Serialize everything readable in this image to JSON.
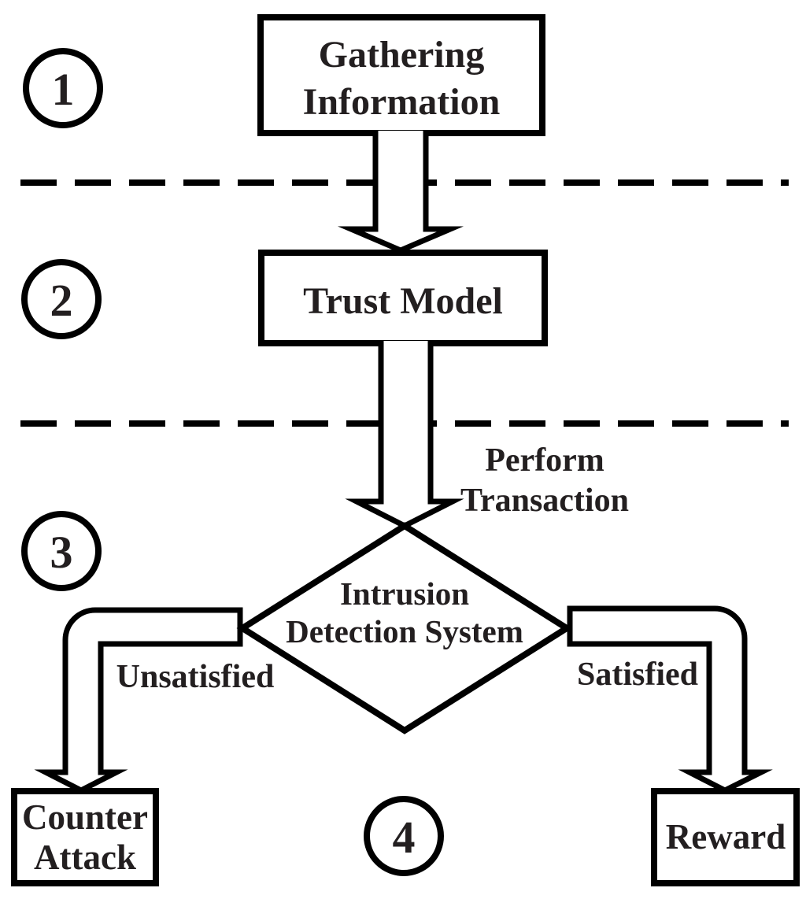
{
  "figure": {
    "type": "flowchart",
    "background": "#ffffff",
    "ink_color": "#000000",
    "text_color": "#231f20"
  },
  "stages": [
    "1",
    "2",
    "3",
    "4"
  ],
  "nodes": {
    "gathering_information": {
      "shape": "rectangle",
      "lines": [
        "Gathering",
        "Information"
      ]
    },
    "trust_model": {
      "shape": "rectangle",
      "label": "Trust Model"
    },
    "intrusion_detection_system": {
      "shape": "diamond",
      "lines": [
        "Intrusion",
        "Detection System"
      ]
    },
    "counter_attack": {
      "shape": "rectangle",
      "lines": [
        "Counter",
        "Attack"
      ]
    },
    "reward": {
      "shape": "rectangle",
      "label": "Reward"
    }
  },
  "edges": {
    "perform_transaction": {
      "lines": [
        "Perform",
        "Transaction"
      ]
    },
    "unsatisfied": {
      "label": "Unsatisfied"
    },
    "satisfied": {
      "label": "Satisfied"
    }
  }
}
